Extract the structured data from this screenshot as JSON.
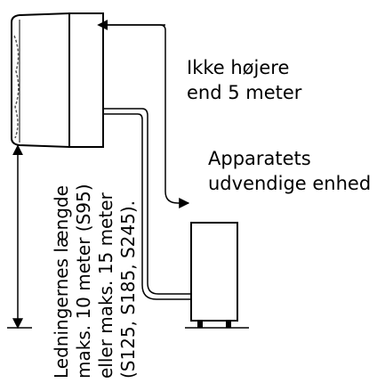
{
  "labels": {
    "height_line1": "Ikke højere",
    "height_line2": "end 5 meter",
    "outdoor_line1": "Apparatets",
    "outdoor_line2": "udvendige enhed",
    "length_line1": "Ledningernes længde",
    "length_line2": "maks. 10 meter (S95)",
    "length_line3": "eller maks. 15 meter",
    "length_line4": "(S125, S185, S245)."
  }
}
